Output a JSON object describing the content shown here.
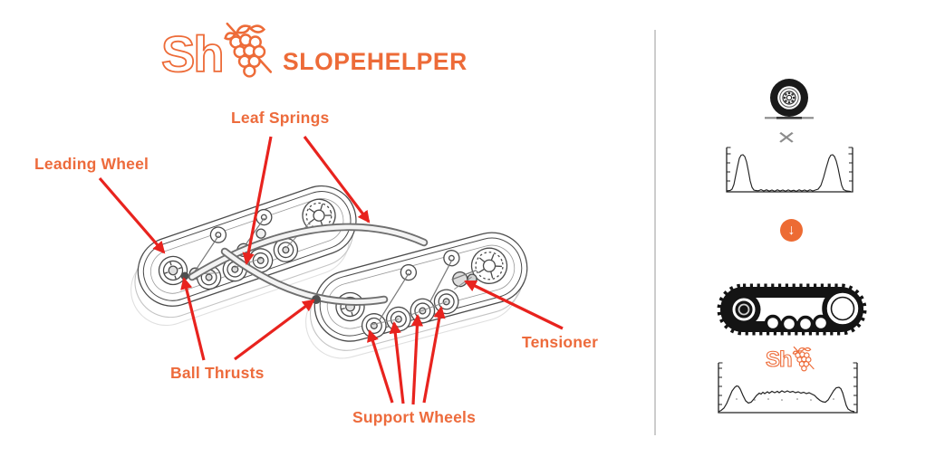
{
  "brand": {
    "monogram": "Sh",
    "wordmark": "SLOPEHELPER",
    "color": "#ED6B38"
  },
  "labels": {
    "leaf_springs": "Leaf Springs",
    "leading_wheel": "Leading Wheel",
    "ball_thrusts": "Ball Thrusts",
    "support_wheels": "Support Wheels",
    "tensioner": "Tensioner"
  },
  "arrows": {
    "color": "#E8231E"
  },
  "comparison": {
    "multiply_glyph": "×",
    "down_arrow_glyph": "↓",
    "mini_monogram": "Sh",
    "icons": {
      "tire-icon": "truck tire resting on ground line",
      "wheel-pressure-plot": "ground pressure profile with two edge peaks",
      "down-arrow-icon": "orange circle with white down arrow",
      "track-icon": "rubber track side view with sprocket, idler and rollers",
      "track-pressure-plot": "even, low ground pressure profile"
    }
  },
  "colors": {
    "label_orange": "#ED6B3C",
    "arrow_red": "#E8231E",
    "divider": "#CCCCCC",
    "ink": "#141414",
    "drawing_line": "#4B4B4B"
  }
}
